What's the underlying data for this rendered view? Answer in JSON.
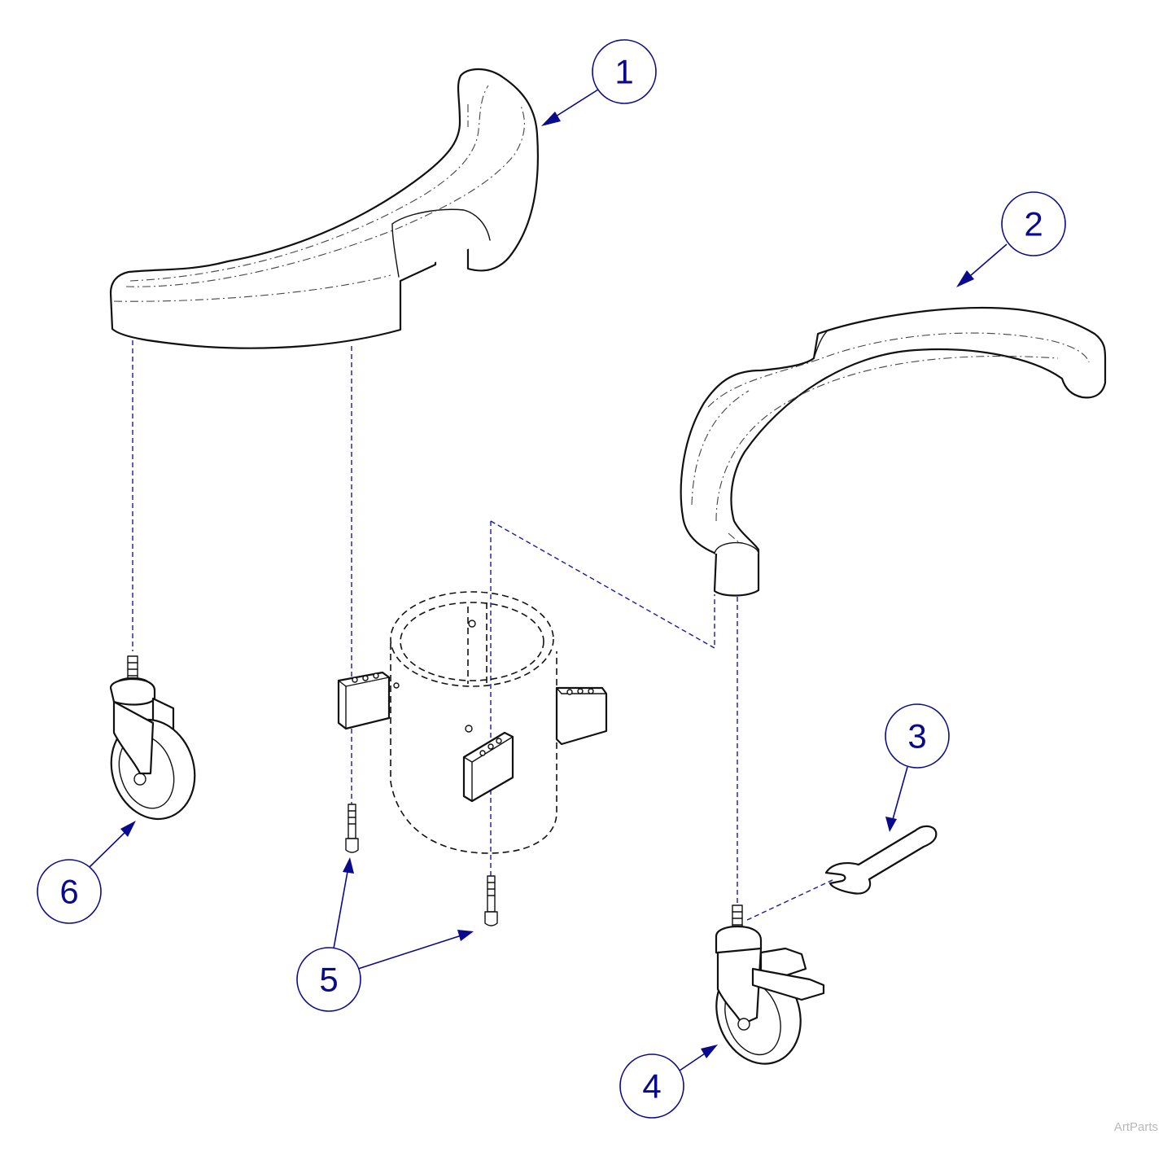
{
  "callouts": [
    {
      "label": "1",
      "part": "curved-leg-left"
    },
    {
      "label": "2",
      "part": "curved-leg-right"
    },
    {
      "label": "3",
      "part": "wrench"
    },
    {
      "label": "4",
      "part": "locking-caster"
    },
    {
      "label": "5",
      "part": "screw"
    },
    {
      "label": "6",
      "part": "caster"
    }
  ],
  "watermark": "ArtParts",
  "colors": {
    "callout": "#0a0a8c",
    "leader": "#1a1aa0",
    "line": "#111111",
    "watermark": "#b8b8b8"
  }
}
